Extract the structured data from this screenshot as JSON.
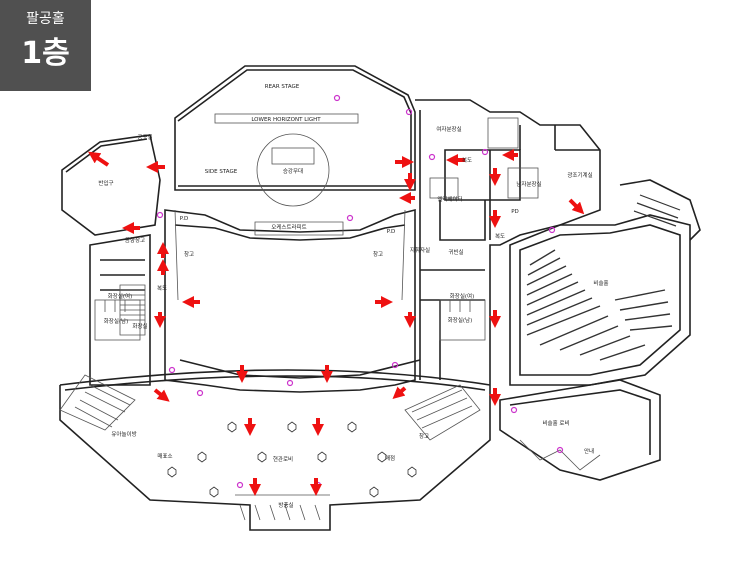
{
  "badge": {
    "hall": "팔공홀",
    "floor": "1층"
  },
  "labels": {
    "rear_stage": "REAR STAGE",
    "lower_horizont": "LOWER HORIZONT LIGHT",
    "side_stage": "SIDE STAGE",
    "lift_stage": "승강무대",
    "orchestra_pit": "오케스트라피트",
    "loading_dock": "반입구",
    "storage_w": "창고",
    "storage_upper": "창고",
    "instrument_storage": "음향창고",
    "corridor_w": "복도",
    "pd_left": "P.D",
    "pd_right": "P.D",
    "storage_left": "창고",
    "storage_right": "창고",
    "restroom_w_m": "화장실(여)",
    "restroom_w_sub": "화장실(남)",
    "restroom_center_w": "화장실(여)",
    "restroom_center_m": "화장실(남)",
    "rest_w_side": "화장실",
    "womens_dressing": "여자분장실",
    "corridor_n": "복도",
    "mens_dressing": "남자분장실",
    "lighting_control": "광조기계실",
    "elevator_room": "엘리베이터",
    "pd_upper": "PD",
    "corridor_e": "복도",
    "director_room": "지휘자실",
    "rehearsal_room": "귀빈실",
    "art_hall": "비슬홀",
    "art_hall_lobby": "비슬홀 로비",
    "info": "안내",
    "kids_room": "유아놀이방",
    "ticket_office": "매표소",
    "storage_lobby": "창고",
    "main_lobby": "현관로비",
    "shop": "매점",
    "wind_room": "방풍실",
    "upper_storage_small": "공구실"
  },
  "icons": {
    "arrow": "red-exit-arrow-icon",
    "marker": "magenta-marker-icon",
    "column": "column-hexagon-icon"
  },
  "colors": {
    "badge_bg": "#505050",
    "arrow": "#ee1111",
    "marker": "#cc33cc",
    "line": "#222222"
  }
}
